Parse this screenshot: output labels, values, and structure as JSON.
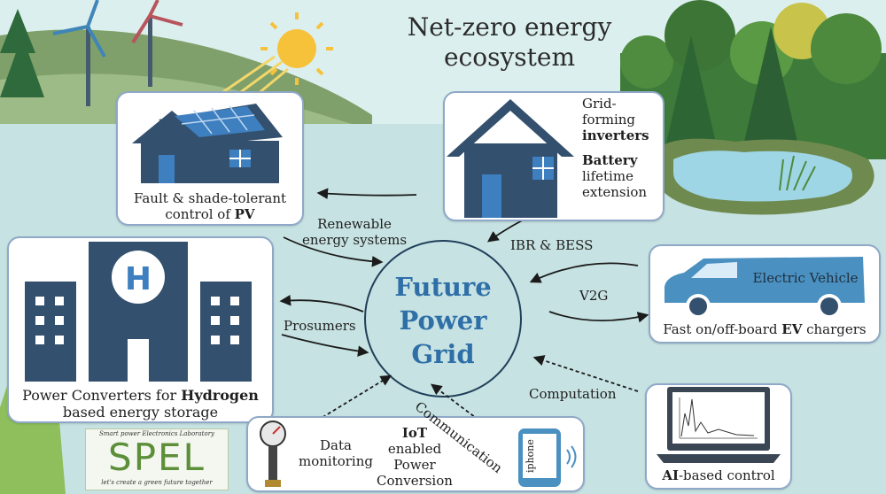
{
  "title": {
    "line1": "Net-zero energy",
    "line2": "ecosystem"
  },
  "center": {
    "line1": "Future",
    "line2": "Power",
    "line3": "Grid"
  },
  "pv": {
    "line1": "Fault & shade-tolerant",
    "line2_pre": "control of ",
    "line2_bold": "PV"
  },
  "inverter": {
    "l1": "Grid-",
    "l2": "forming",
    "l3_bold": "inverters",
    "l4_bold": "Battery",
    "l5": "lifetime",
    "l6": "extension"
  },
  "hydrogen": {
    "line1_pre": "Power Converters for ",
    "line1_bold": "Hydrogen",
    "line2": "based energy storage"
  },
  "ev": {
    "name": "Electric Vehicle",
    "caption_pre": "Fast on/off-board ",
    "caption_bold": "EV",
    "caption_post": " chargers"
  },
  "ai": {
    "caption_bold": "AI",
    "caption_post": "-based control"
  },
  "iot": {
    "data_line1": "Data",
    "data_line2": "monitoring",
    "iot_bold": "IoT",
    "iot_l2": "enabled",
    "iot_l3": "Power",
    "iot_l4": "Conversion",
    "phone": "iphone"
  },
  "links": {
    "renewable_l1": "Renewable",
    "renewable_l2": "energy systems",
    "ibr": "IBR & BESS",
    "v2g": "V2G",
    "prosumers": "Prosumers",
    "computation": "Computation",
    "communication": "Communication"
  },
  "logo": {
    "header": "Smart power Electronics Laboratory",
    "name": "SPEL",
    "tagline": "let's create a green future together"
  },
  "colors": {
    "house": "#33506e",
    "accent": "#2e6fa8",
    "card_border": "#8fa8c8",
    "ev_body": "#4a90c0",
    "logo_green": "#5d8f3a"
  }
}
